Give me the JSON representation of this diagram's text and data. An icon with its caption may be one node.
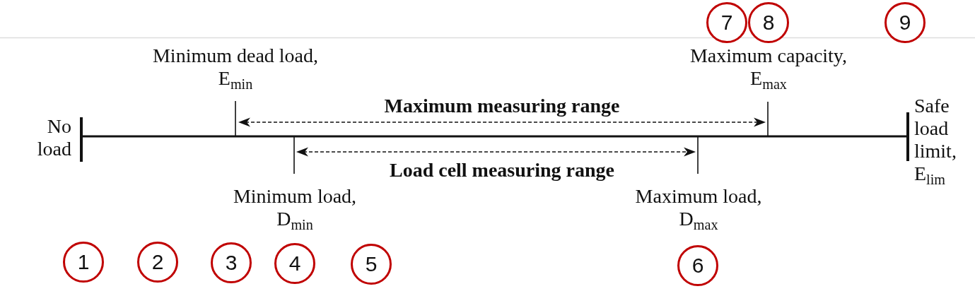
{
  "diagram": {
    "labels": [
      "7",
      "8",
      "9",
      "Minimum dead load, E$_{min}$",
      "Maximum capacity, E$_{max}$",
      "Maximum measuring range",
      "No load",
      "Safe load limit, E$_{lim}$",
      "Load cell measuring range",
      "Minimum load, D$_{min}$",
      "Maximum load, D$_{max}$",
      "1",
      "2",
      "3",
      "4",
      "5",
      "6"
    ]
  }
}
